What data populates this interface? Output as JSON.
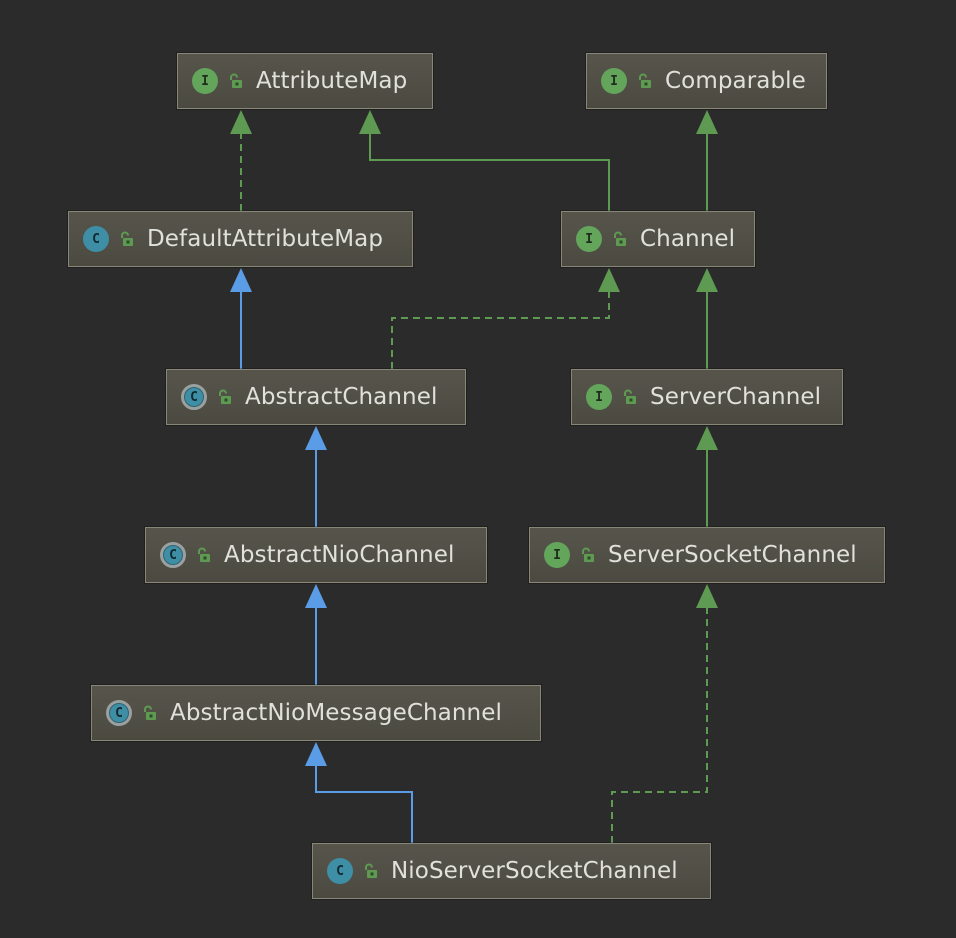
{
  "colors": {
    "background": "#2b2b2b",
    "implements": "#5e9a52",
    "extends": "#5b9ce6",
    "node_fill": "#53524a",
    "node_border": "#888777",
    "text": "#e1e1dc"
  },
  "legend": {
    "interface_icon": "I",
    "class_icon": "C",
    "abstract_class_icon": "C"
  },
  "nodes": [
    {
      "id": "AttributeMap",
      "label": "AttributeMap",
      "kind": "interface",
      "icon": "interface-icon",
      "lock": "unlocked-lock-icon"
    },
    {
      "id": "Comparable",
      "label": "Comparable",
      "kind": "interface",
      "icon": "interface-icon",
      "lock": "unlocked-lock-icon"
    },
    {
      "id": "DefaultAttributeMap",
      "label": "DefaultAttributeMap",
      "kind": "class",
      "icon": "class-icon",
      "lock": "unlocked-lock-icon"
    },
    {
      "id": "Channel",
      "label": "Channel",
      "kind": "interface",
      "icon": "interface-icon",
      "lock": "unlocked-lock-icon"
    },
    {
      "id": "AbstractChannel",
      "label": "AbstractChannel",
      "kind": "abstract",
      "icon": "abstract-class-icon",
      "lock": "unlocked-lock-icon"
    },
    {
      "id": "ServerChannel",
      "label": "ServerChannel",
      "kind": "interface",
      "icon": "interface-icon",
      "lock": "unlocked-lock-icon"
    },
    {
      "id": "AbstractNioChannel",
      "label": "AbstractNioChannel",
      "kind": "abstract",
      "icon": "abstract-class-icon",
      "lock": "unlocked-lock-icon"
    },
    {
      "id": "ServerSocketChannel",
      "label": "ServerSocketChannel",
      "kind": "interface",
      "icon": "interface-icon",
      "lock": "unlocked-lock-icon"
    },
    {
      "id": "AbstractNioMessageChannel",
      "label": "AbstractNioMessageChannel",
      "kind": "abstract",
      "icon": "abstract-class-icon",
      "lock": "unlocked-lock-icon"
    },
    {
      "id": "NioServerSocketChannel",
      "label": "NioServerSocketChannel",
      "kind": "class",
      "icon": "class-icon",
      "lock": "unlocked-lock-icon"
    }
  ],
  "edges": [
    {
      "from": "DefaultAttributeMap",
      "to": "AttributeMap",
      "type": "implements"
    },
    {
      "from": "Channel",
      "to": "AttributeMap",
      "type": "extends-interface"
    },
    {
      "from": "Channel",
      "to": "Comparable",
      "type": "extends-interface"
    },
    {
      "from": "AbstractChannel",
      "to": "DefaultAttributeMap",
      "type": "extends"
    },
    {
      "from": "AbstractChannel",
      "to": "Channel",
      "type": "implements"
    },
    {
      "from": "ServerChannel",
      "to": "Channel",
      "type": "extends-interface"
    },
    {
      "from": "AbstractNioChannel",
      "to": "AbstractChannel",
      "type": "extends"
    },
    {
      "from": "ServerSocketChannel",
      "to": "ServerChannel",
      "type": "extends-interface"
    },
    {
      "from": "AbstractNioMessageChannel",
      "to": "AbstractNioChannel",
      "type": "extends"
    },
    {
      "from": "NioServerSocketChannel",
      "to": "AbstractNioMessageChannel",
      "type": "extends"
    },
    {
      "from": "NioServerSocketChannel",
      "to": "ServerSocketChannel",
      "type": "implements"
    }
  ]
}
